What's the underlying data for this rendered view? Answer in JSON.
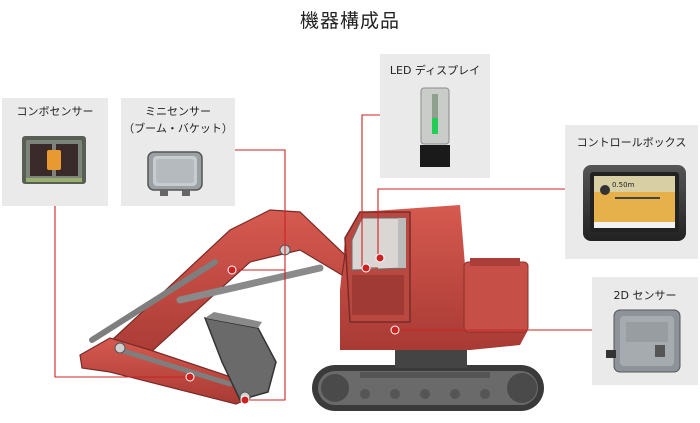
{
  "title": "機器構成品",
  "components": {
    "combo_sensor": "コンボセンサー",
    "mini_sensor_line1": "ミニセンサー",
    "mini_sensor_line2": "（ブーム・バケット）",
    "led_display": "LED ディスプレイ",
    "control_box": "コントロールボックス",
    "sensor_2d": "2D センサー"
  },
  "screen_readout": "0.50m",
  "colors": {
    "machine_red": "#c8473f",
    "leader_red": "#cc2222",
    "card_bg": "#eaeaea"
  }
}
